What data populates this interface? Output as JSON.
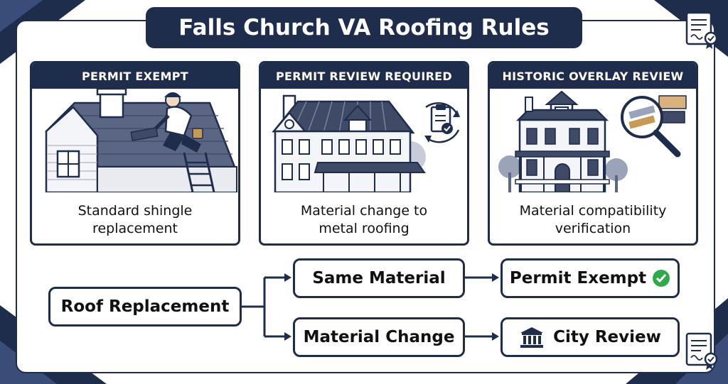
{
  "title": "Falls Church VA Roofing Rules",
  "cards": [
    {
      "header": "PERMIT EXEMPT",
      "caption_lines": [
        "Standard shingle",
        "replacement"
      ]
    },
    {
      "header": "PERMIT REVIEW REQUIRED",
      "caption_lines": [
        "Material change to",
        "metal roofing"
      ]
    },
    {
      "header": "HISTORIC OVERLAY REVIEW",
      "caption_lines": [
        "Material compatibility",
        "verification"
      ]
    }
  ],
  "flow": {
    "root": "Roof Replacement",
    "branch_same": "Same Material",
    "branch_change": "Material Change",
    "result_exempt": "Permit Exempt",
    "result_review": "City Review"
  },
  "colors": {
    "navy": "#1f2d4d",
    "check_green": "#2eaa4a",
    "background": "#ffffff"
  },
  "icons": [
    "check-circle-icon",
    "government-building-icon",
    "certificate-document-icon",
    "clipboard-cycle-icon",
    "magnifier-icon"
  ]
}
